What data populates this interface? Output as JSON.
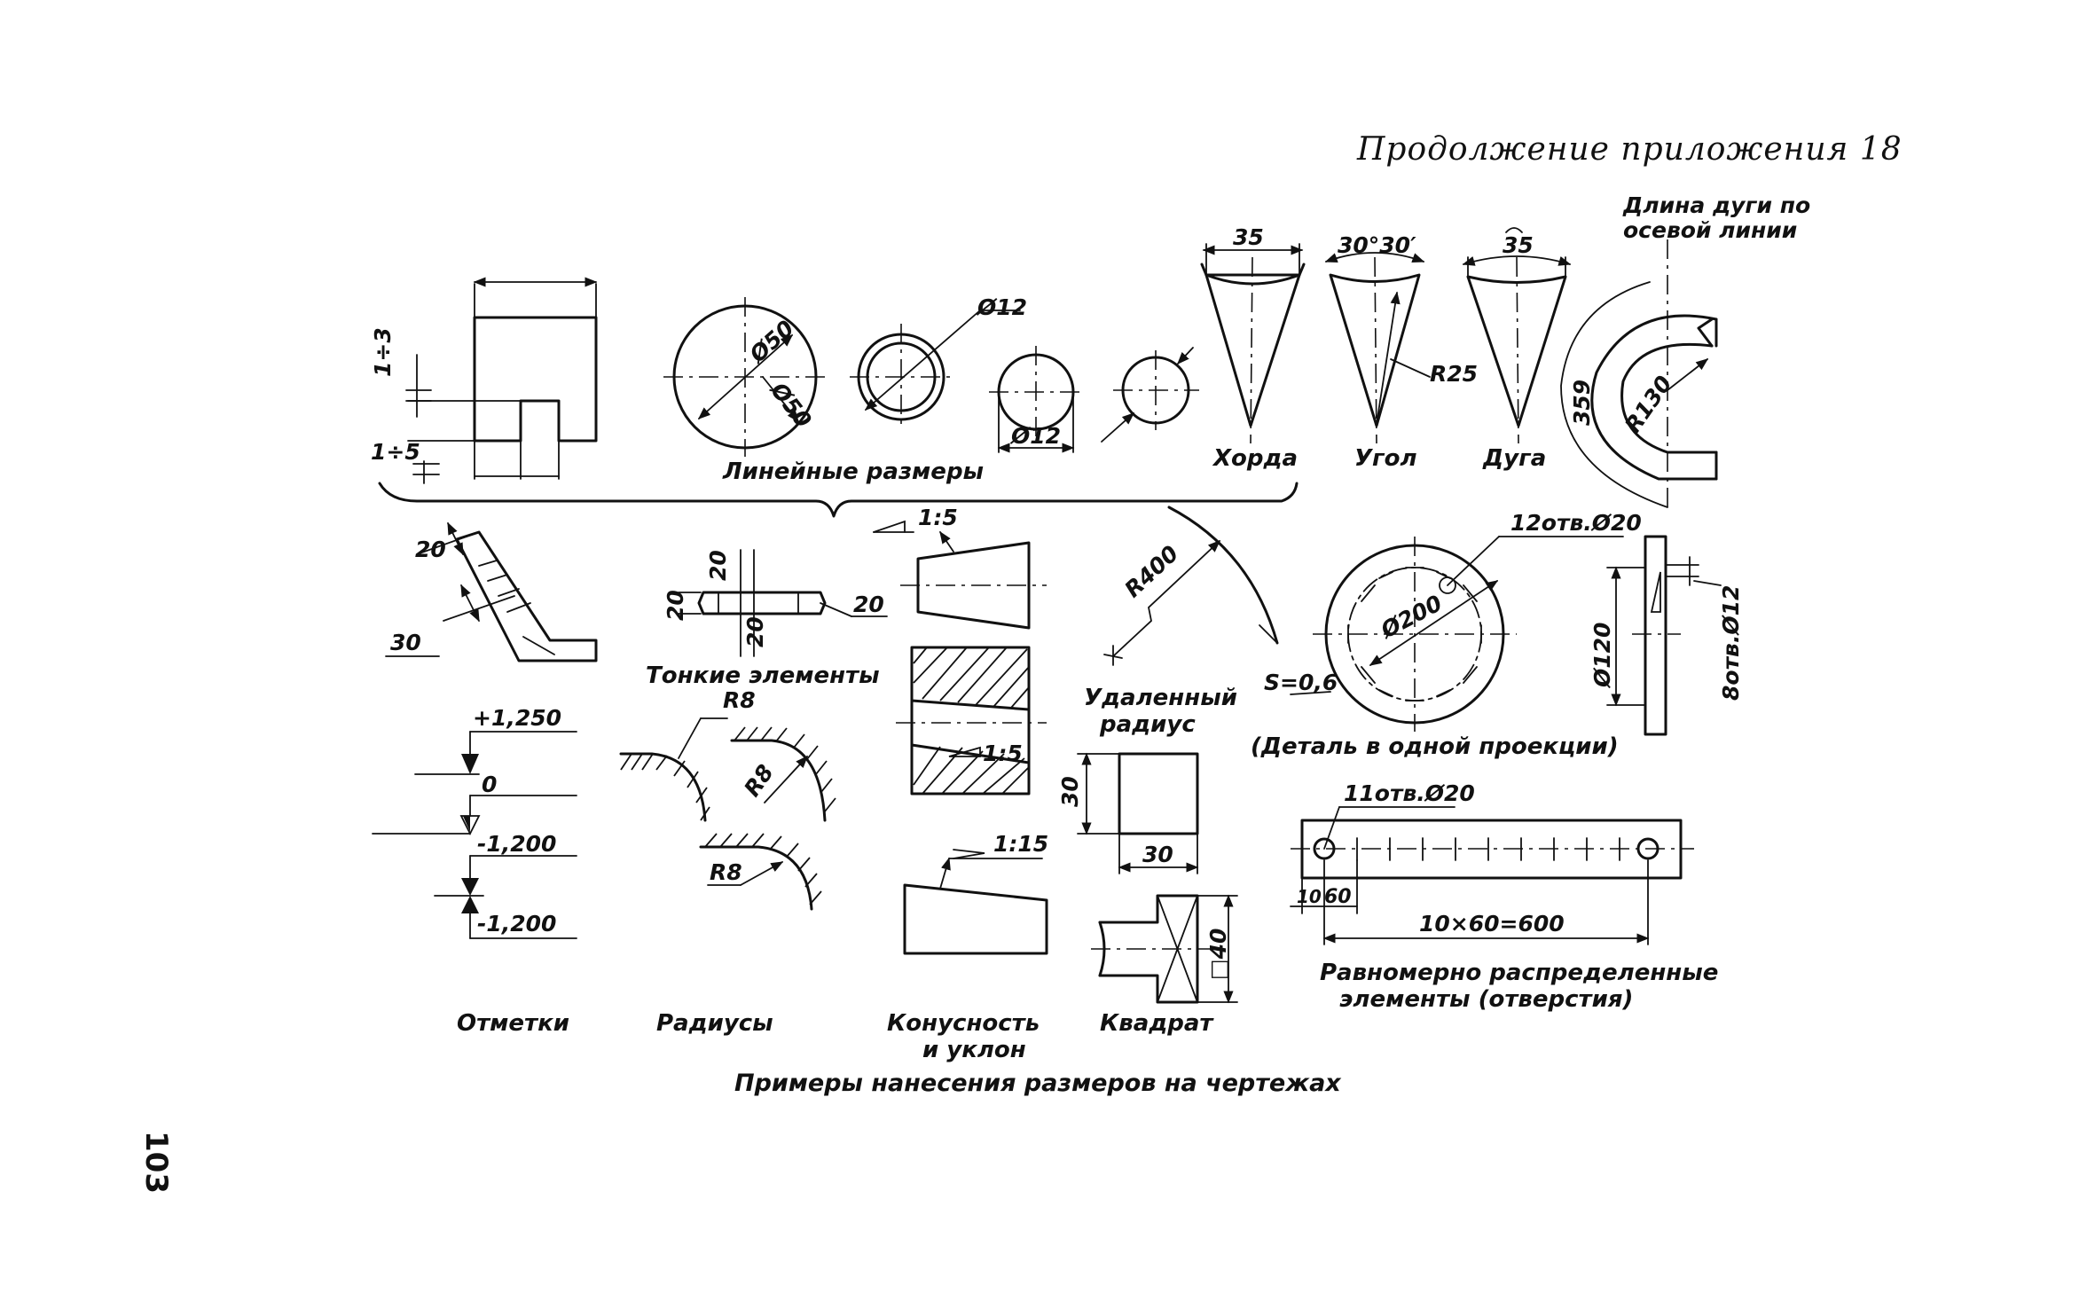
{
  "header": {
    "title": "Продолжение приложения 18",
    "page_number": "103"
  },
  "caption": "Примеры нанесения размеров на чертежах",
  "linear": {
    "dims": {
      "d1": "1÷3",
      "d2": "1÷5",
      "dia50a": "Ø50",
      "dia50b": "Ø50",
      "dia12a": "Ø12",
      "dia12b": "Ø12"
    },
    "label": "Линейные размеры"
  },
  "arcs": {
    "chord": {
      "value": "35",
      "label": "Хорда"
    },
    "angle": {
      "value": "30°30′",
      "radius": "R25",
      "label": "Угол"
    },
    "arc": {
      "value": "35",
      "label": "Дуга"
    },
    "axis_arc": {
      "label": "Длина дуги по\nосевой линии",
      "value": "359",
      "radius": "R130"
    }
  },
  "thin": {
    "d20a": "20",
    "d30": "30",
    "d20b": "20",
    "d20c": "20",
    "d20d": "20",
    "d20e": "20",
    "label": "Тонкие элементы"
  },
  "taper": {
    "t1": "1:5",
    "t2": "1:5",
    "t3": "1:15",
    "label": "Конусность\nи уклон"
  },
  "remote": {
    "radius": "R400",
    "label": "Удаленный\nрадиус"
  },
  "detail": {
    "holes": "12отв.Ø20",
    "dia": "Ø200",
    "s": "S=0,6",
    "label": "(Деталь в одной проекции)"
  },
  "flange": {
    "dia": "Ø120",
    "holes": "8отв.Ø12"
  },
  "marks": {
    "m1": "+1,250",
    "m2": "0",
    "m3": "-1,200",
    "m4": "-1,200",
    "label": "Отметки"
  },
  "radii": {
    "r1": "R8",
    "r2": "R8",
    "r3": "R8",
    "label": "Радиусы"
  },
  "square": {
    "h": "30",
    "w": "30",
    "sq": "□40",
    "label": "Квадрат"
  },
  "distributed": {
    "holes": "11отв.Ø20",
    "pitch": "10",
    "step": "60",
    "total": "10×60=600",
    "label": "Равномерно распределенные\nэлементы (отверстия)"
  }
}
